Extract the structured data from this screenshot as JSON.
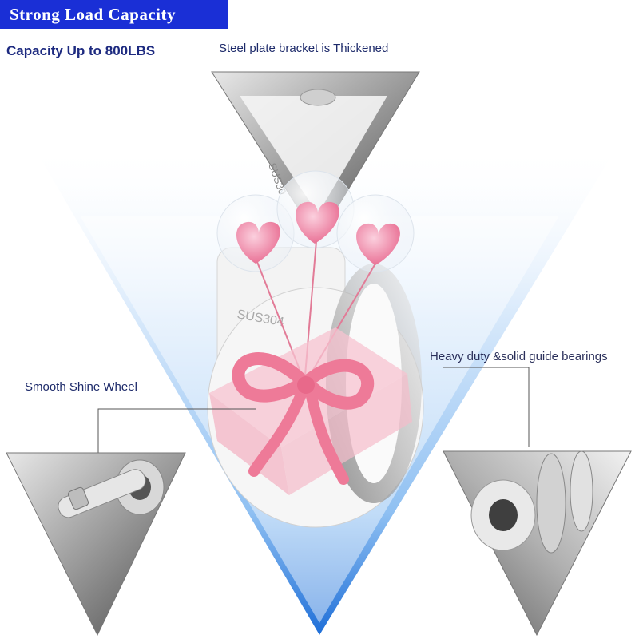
{
  "banner": {
    "text": "Strong Load Capacity"
  },
  "headline": "Capacity Up to 800LBS",
  "callouts": {
    "top": "Steel plate bracket is Thickened",
    "left": "Smooth Shine Wheel",
    "right": "Heavy duty &solid guide bearings"
  },
  "wheel_stamps": {
    "bracket_top": "SUS30",
    "bracket_side": "SUS304"
  },
  "colors": {
    "banner_bg": "#1a2fd6",
    "headline": "#1d2a80",
    "glow_blue": "#2f7fe0",
    "heart_pink": "#f08aa8",
    "ribbon_pink": "#ee7a98"
  },
  "icons": [
    "caster-wheel-icon",
    "heart-balloon-icon",
    "gift-bow-icon",
    "pin-axle-icon",
    "bearing-icon"
  ]
}
